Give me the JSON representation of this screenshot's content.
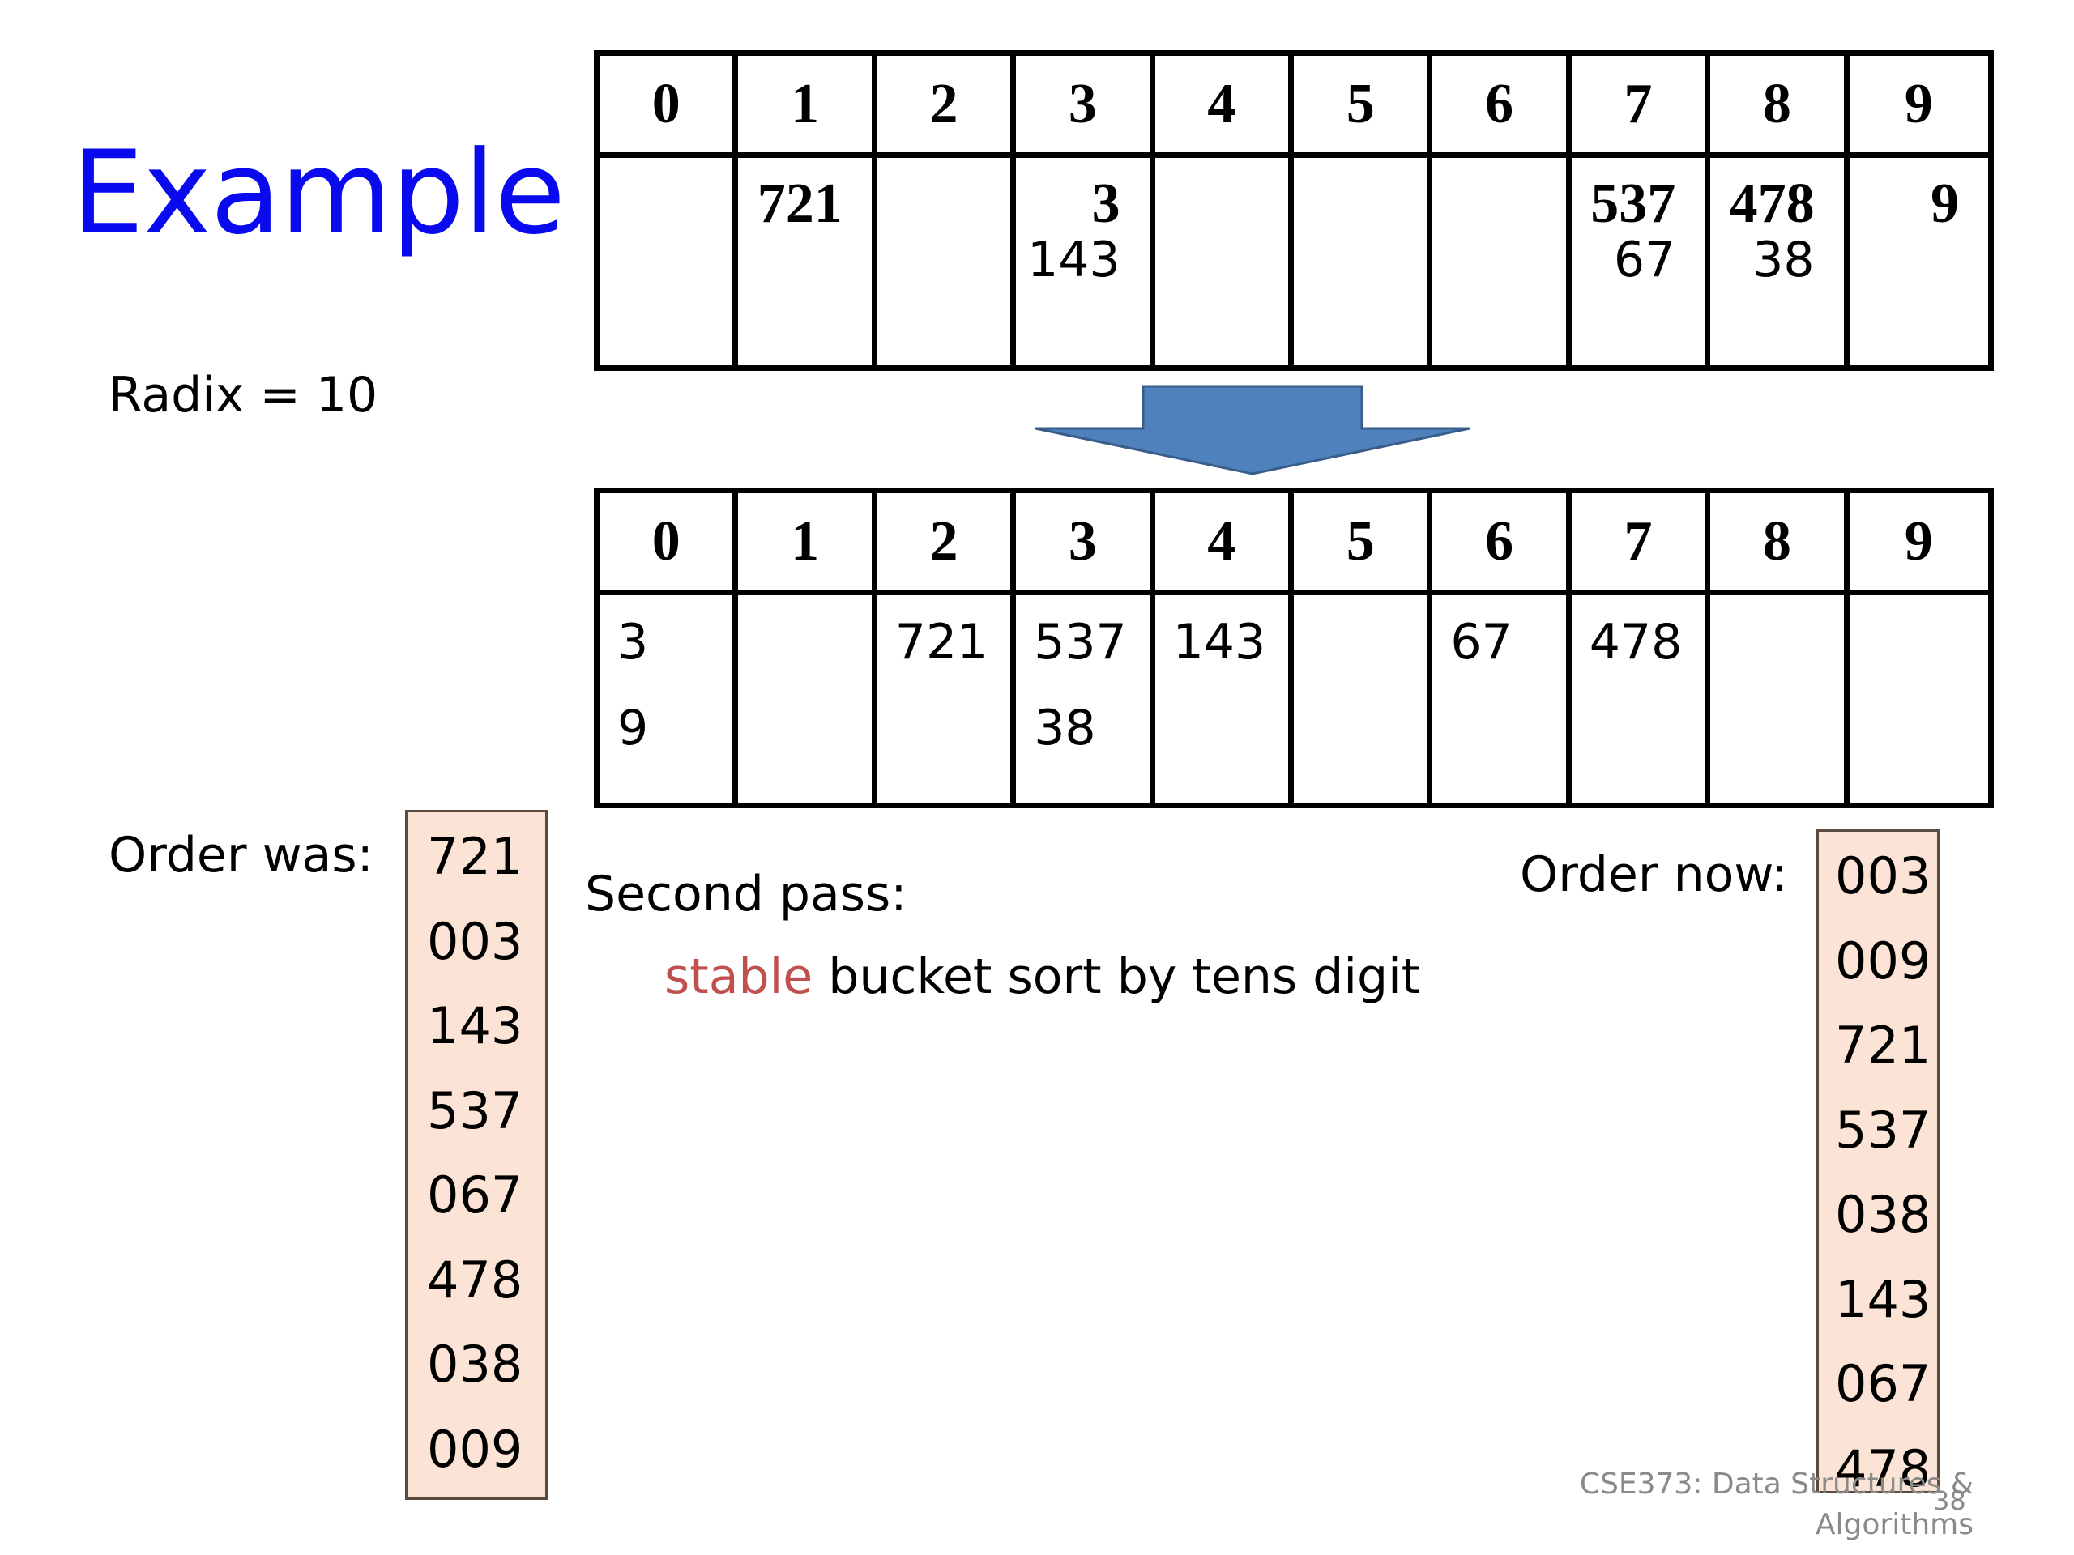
{
  "title": "Example",
  "radix_label": "Radix = 10",
  "bucket_indices": [
    "0",
    "1",
    "2",
    "3",
    "4",
    "5",
    "6",
    "7",
    "8",
    "9"
  ],
  "first_pass_buckets": [
    [],
    [
      {
        "text": "721",
        "style": "bold"
      }
    ],
    [],
    [
      {
        "text": "3",
        "style": "bold"
      },
      {
        "text": "143",
        "style": "plain"
      }
    ],
    [],
    [],
    [],
    [
      {
        "text": "537",
        "style": "bold"
      },
      {
        "text": "67",
        "style": "plain"
      }
    ],
    [
      {
        "text": "478",
        "style": "bold"
      },
      {
        "text": "38",
        "style": "plain"
      }
    ],
    [
      {
        "text": "9",
        "style": "bold"
      }
    ]
  ],
  "second_pass_buckets": [
    [
      "3",
      "9"
    ],
    [],
    [
      "721"
    ],
    [
      "537",
      "38"
    ],
    [
      "143"
    ],
    [],
    [
      "67"
    ],
    [
      "478"
    ],
    [],
    []
  ],
  "order_was_label": "Order was:",
  "order_was": [
    "721",
    "003",
    "143",
    "537",
    "067",
    "478",
    "038",
    "009"
  ],
  "second_pass_label": "Second pass:",
  "sort_desc": {
    "highlight": "stable",
    "rest": " bucket sort by tens digit"
  },
  "order_now_label": "Order now:",
  "order_now": [
    "003",
    "009",
    "721",
    "537",
    "038",
    "143",
    "067",
    "478"
  ],
  "footer": {
    "line1": "CSE373: Data Structures &",
    "line2": "Algorithms",
    "page": "38"
  },
  "colors": {
    "title": "#0a0aee",
    "highlight": "#c0504d",
    "list_fill": "#fbe4d5",
    "arrow_fill": "#4f81bd",
    "arrow_stroke": "#385d8a"
  }
}
